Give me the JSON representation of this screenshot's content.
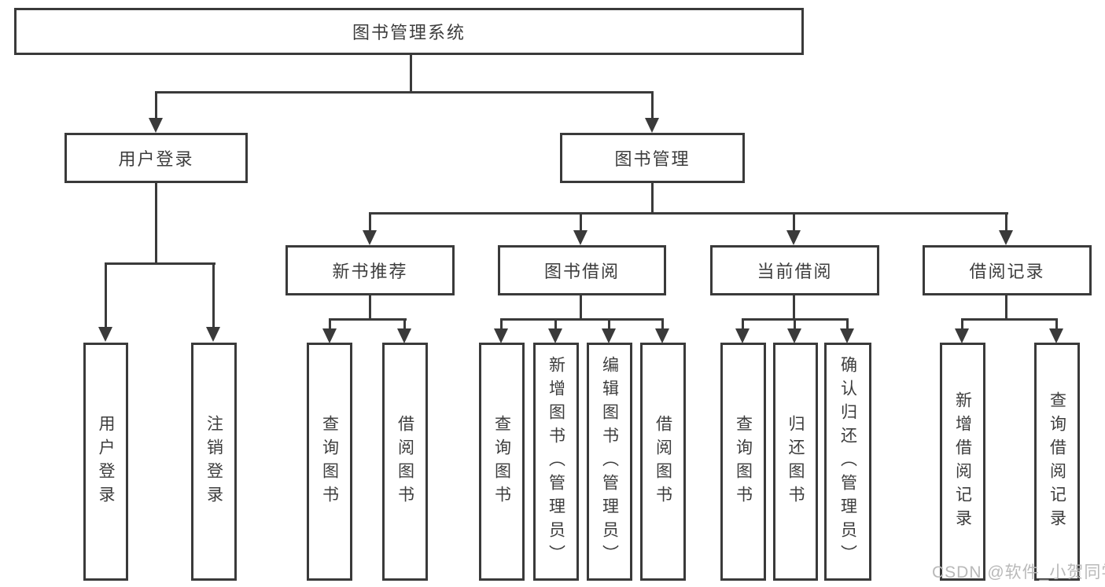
{
  "tree": {
    "root": {
      "label": "图书管理系统"
    },
    "branches": [
      {
        "label": "用户登录",
        "children": [
          {
            "label": "用户登录"
          },
          {
            "label": "注销登录"
          }
        ]
      },
      {
        "label": "图书管理",
        "children": [
          {
            "label": "新书推荐",
            "children": [
              {
                "label": "查询图书"
              },
              {
                "label": "借阅图书"
              }
            ]
          },
          {
            "label": "图书借阅",
            "children": [
              {
                "label": "查询图书"
              },
              {
                "label": "新增图书（管理员）"
              },
              {
                "label": "编辑图书（管理员）"
              },
              {
                "label": "借阅图书"
              }
            ]
          },
          {
            "label": "当前借阅",
            "children": [
              {
                "label": "查询图书"
              },
              {
                "label": "归还图书"
              },
              {
                "label": "确认归还（管理员）"
              }
            ]
          },
          {
            "label": "借阅记录",
            "children": [
              {
                "label": "新增借阅记录"
              },
              {
                "label": "查询借阅记录"
              }
            ]
          }
        ]
      }
    ]
  },
  "watermark": {
    "text": "CSDN @软件_小贺同学"
  },
  "colors": {
    "line": "#3a3a3a",
    "text": "#3d3d3d",
    "watermark": "#b9b9b9",
    "background": "#ffffff"
  }
}
